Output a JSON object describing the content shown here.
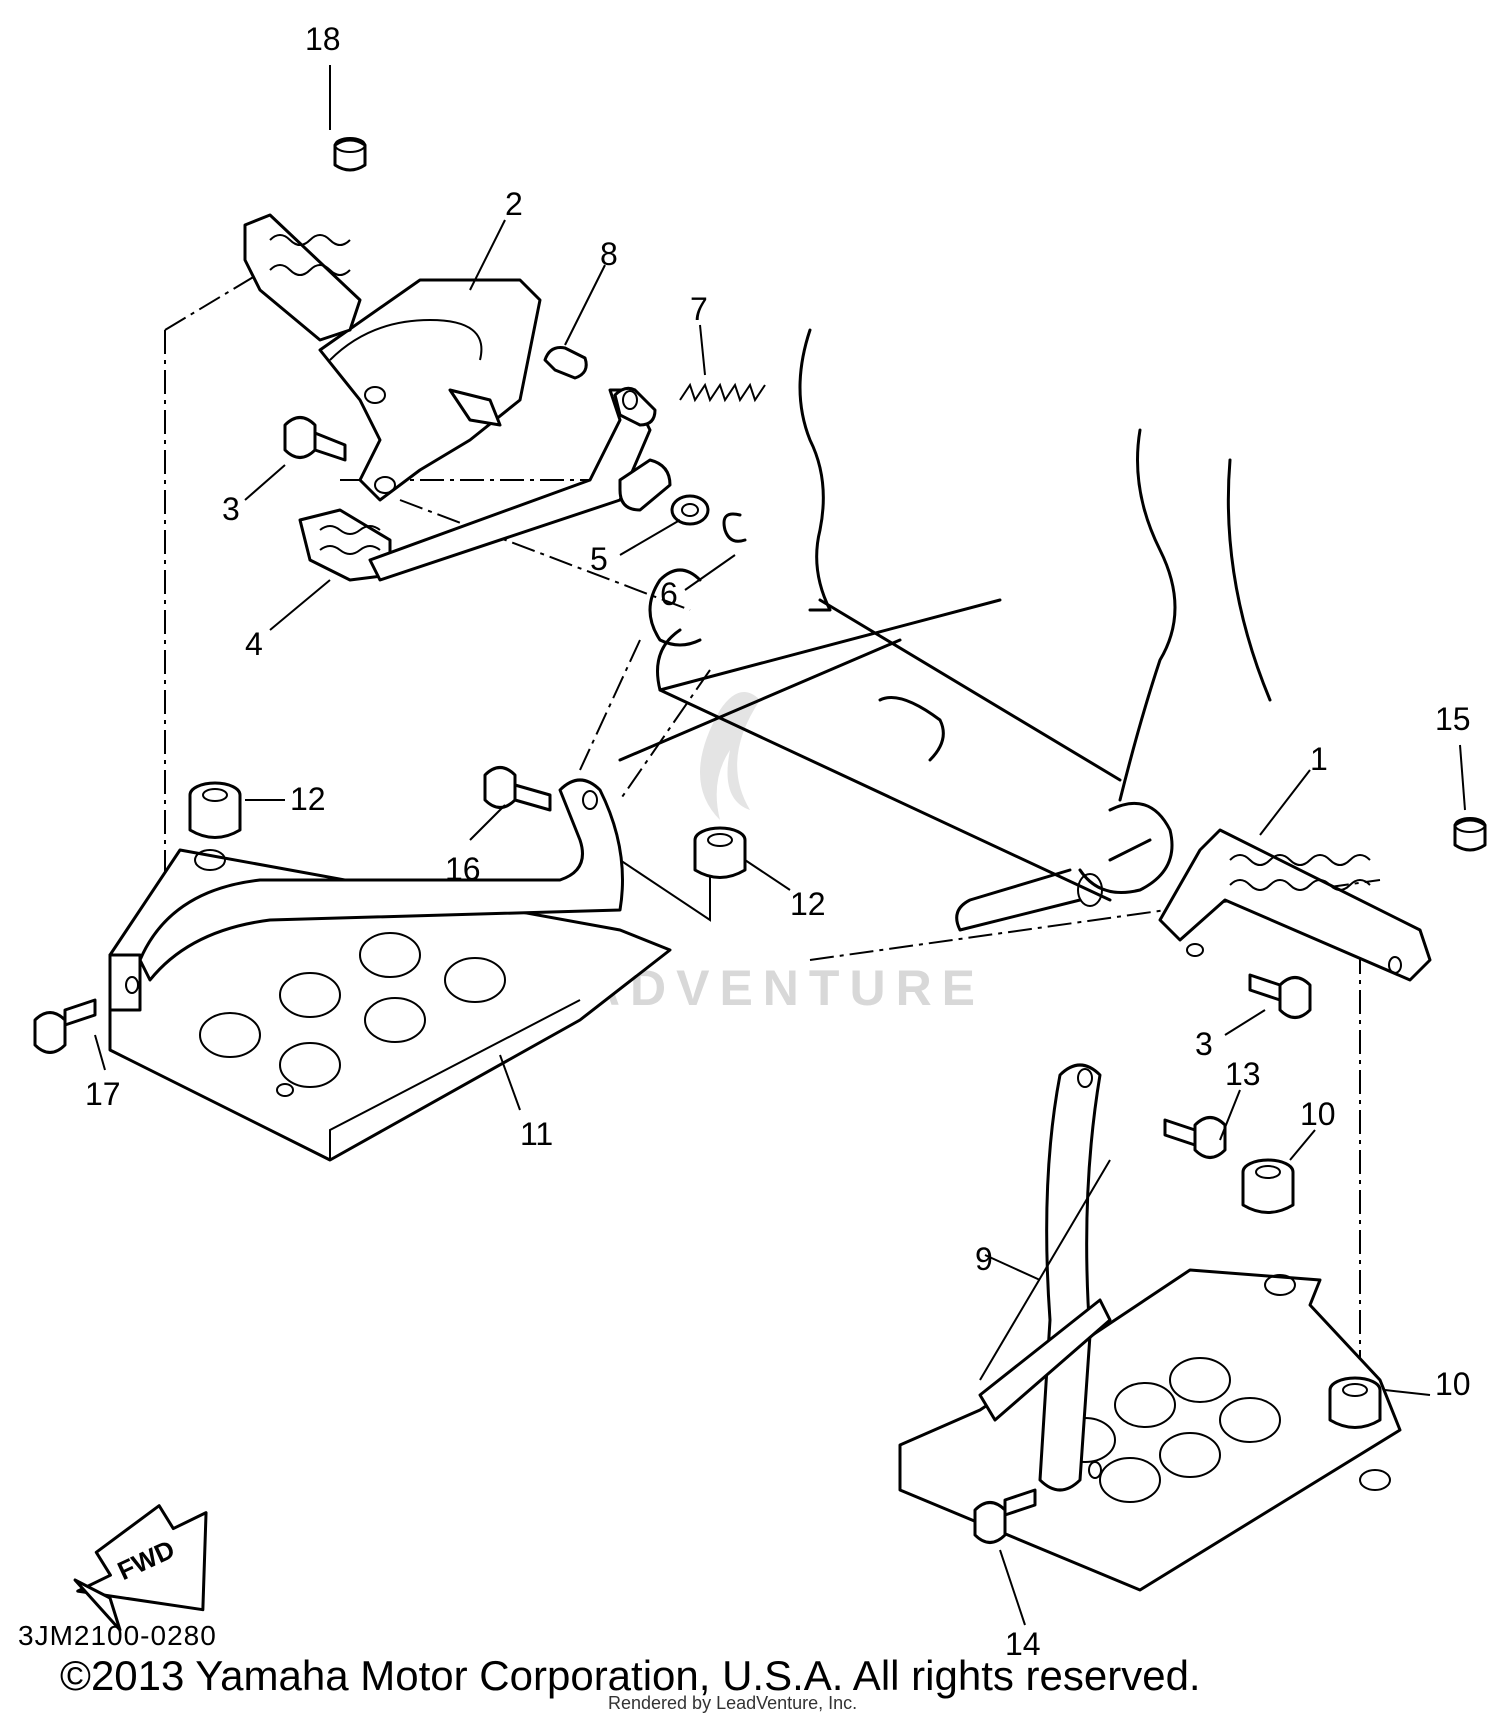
{
  "diagram": {
    "labels": [
      "18",
      "2",
      "8",
      "7",
      "3",
      "5",
      "6",
      "4",
      "15",
      "1",
      "12",
      "16",
      "12",
      "3",
      "17",
      "11",
      "13",
      "10",
      "9",
      "10",
      "14"
    ],
    "fwd_arrow_text": "FWD",
    "watermark_text": "LEADVENTURE"
  },
  "footer": {
    "diagram_code": "3JM2100-0280",
    "copyright": "©2013 Yamaha Motor Corporation, U.S.A. All rights reserved.",
    "rendered_by": "Rendered by LeadVenture, Inc."
  }
}
